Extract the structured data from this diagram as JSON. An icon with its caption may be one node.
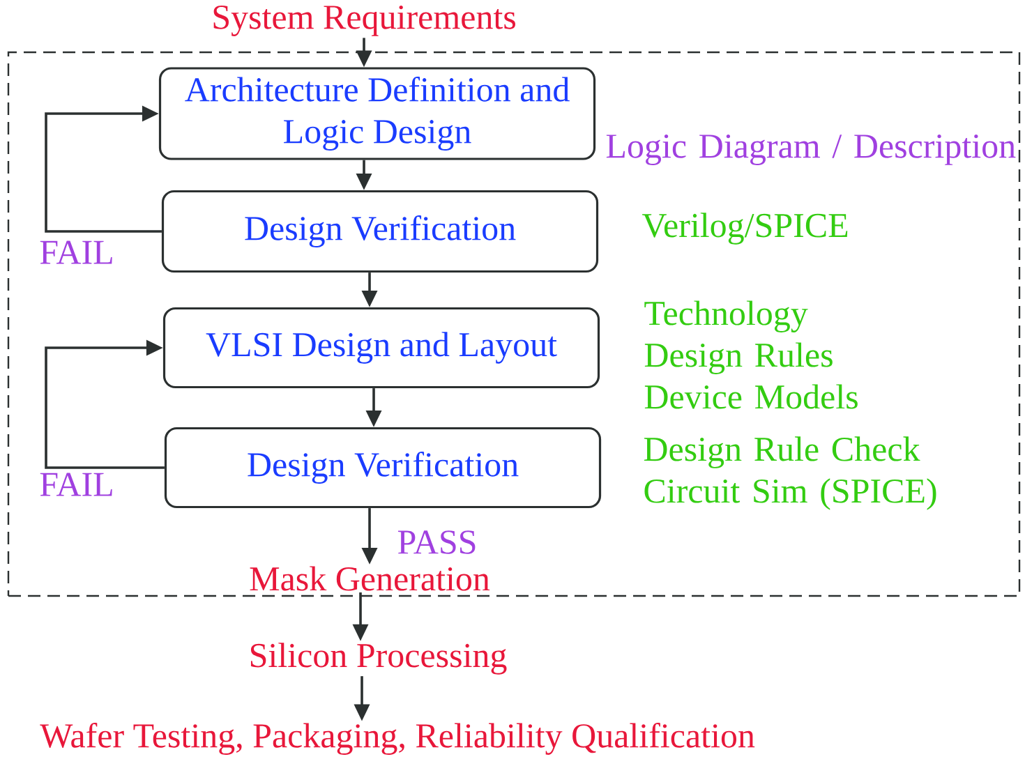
{
  "diagram": {
    "nodes": [
      {
        "text": [
          "System Requirements"
        ]
      },
      {
        "text": [],
        "shape": "box"
      },
      {
        "text": [
          "Architecture Definition and Logic Design"
        ],
        "in": 1
      },
      {
        "text": [
          "Design Verification"
        ],
        "in": 1
      },
      {
        "text": [
          "VLSI Design and Layout"
        ],
        "in": 1
      },
      {
        "text": [
          "Design Verification"
        ],
        "in": 1
      },
      {
        "text": [
          "Mask Generation"
        ],
        "in": 1
      },
      {
        "text": [
          "Silicon Processing"
        ]
      },
      {
        "text": [
          "Wafer Testing, Packaging, Reliability Qualification"
        ]
      }
    ],
    "edges": [
      {
        "from": 0,
        "to": 2,
        "arrow": "to"
      },
      {
        "from": 2,
        "to": 3,
        "arrow": "to"
      },
      {
        "from": 3,
        "to": 2,
        "arrow": "to",
        "label": "FAIL"
      },
      {
        "from": 3,
        "to": 4,
        "arrow": "to"
      },
      {
        "from": 4,
        "to": 5,
        "arrow": "to"
      },
      {
        "from": 5,
        "to": 4,
        "arrow": "to",
        "label": "FAIL"
      },
      {
        "from": 5,
        "to": 6,
        "arrow": "to",
        "label": "PASS"
      },
      {
        "from": 6,
        "to": 7,
        "arrow": "to"
      },
      {
        "from": 7,
        "to": 8,
        "arrow": "to"
      }
    ],
    "labels": [
      "Logic Diagram / Description",
      "Verilog/SPICE",
      "Technology Design Rules Device Models",
      "Design Rule Check Circuit Sim (SPICE)"
    ]
  }
}
